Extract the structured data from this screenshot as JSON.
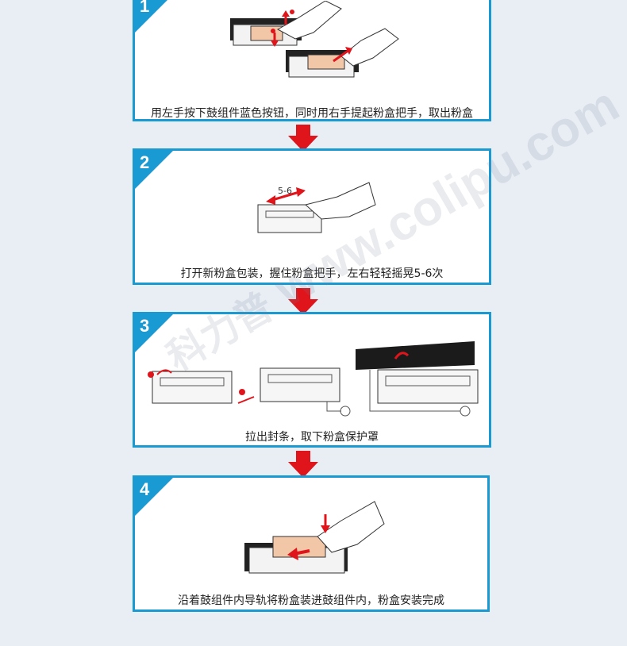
{
  "steps": [
    {
      "number": "1",
      "caption": "用左手按下鼓组件蓝色按钮，同时用右手提起粉盒把手，取出粉盒"
    },
    {
      "number": "2",
      "caption": "打开新粉盒包装，握住粉盒把手，左右轻轻摇晃5-6次",
      "shake_label": "5-6"
    },
    {
      "number": "3",
      "caption": "拉出封条，取下粉盒保护罩"
    },
    {
      "number": "4",
      "caption": "沿着鼓组件内导轨将粉盒装进鼓组件内，粉盒安装完成"
    }
  ],
  "watermark": {
    "text": "www.colipu.com",
    "brand": "科力普"
  },
  "colors": {
    "frame": "#1a9ad2",
    "arrow": "#e0141b",
    "background": "#e9eef5"
  }
}
